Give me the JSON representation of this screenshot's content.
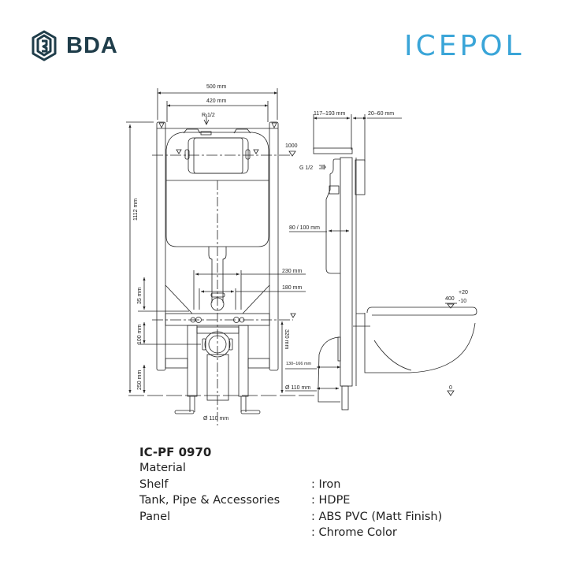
{
  "brand": {
    "bda": "BDA",
    "icepol": "ICEPOL",
    "colors": {
      "bda": "#1f3d4a",
      "icepol": "#3aa5d8"
    }
  },
  "drawing": {
    "front": {
      "width_outer": "500 mm",
      "width_inner": "420 mm",
      "inlet": "R 1/2",
      "height_total": "1112 mm",
      "level_1000": "1000",
      "dim_35": "35 mm",
      "dim_100": "100 mm",
      "dim_250": "250 mm",
      "dim_230": "230 mm",
      "dim_180": "180 mm",
      "dim_320": "320 mm",
      "drain": "Ø 110 mm"
    },
    "side": {
      "depth_range": "117–193 mm",
      "panel_range": "20–60 mm",
      "inlet": "G 1/2",
      "tank_depth": "80 / 100 mm",
      "pipe_range": "130–166 mm",
      "pipe_diameter": "Ø 110 mm",
      "seat_level": "400",
      "seat_tol_plus": "+20",
      "seat_tol_minus": "-10",
      "floor_level": "0"
    }
  },
  "specs": {
    "model": "IC-PF 0970",
    "heading": "Material",
    "rows": [
      {
        "label": "Shelf",
        "value": ": Iron"
      },
      {
        "label": "Tank, Pipe & Accessories",
        "value": ": HDPE"
      },
      {
        "label": "Panel",
        "value": ": ABS PVC (Matt Finish)"
      },
      {
        "label": "",
        "value": ": Chrome Color"
      }
    ]
  }
}
